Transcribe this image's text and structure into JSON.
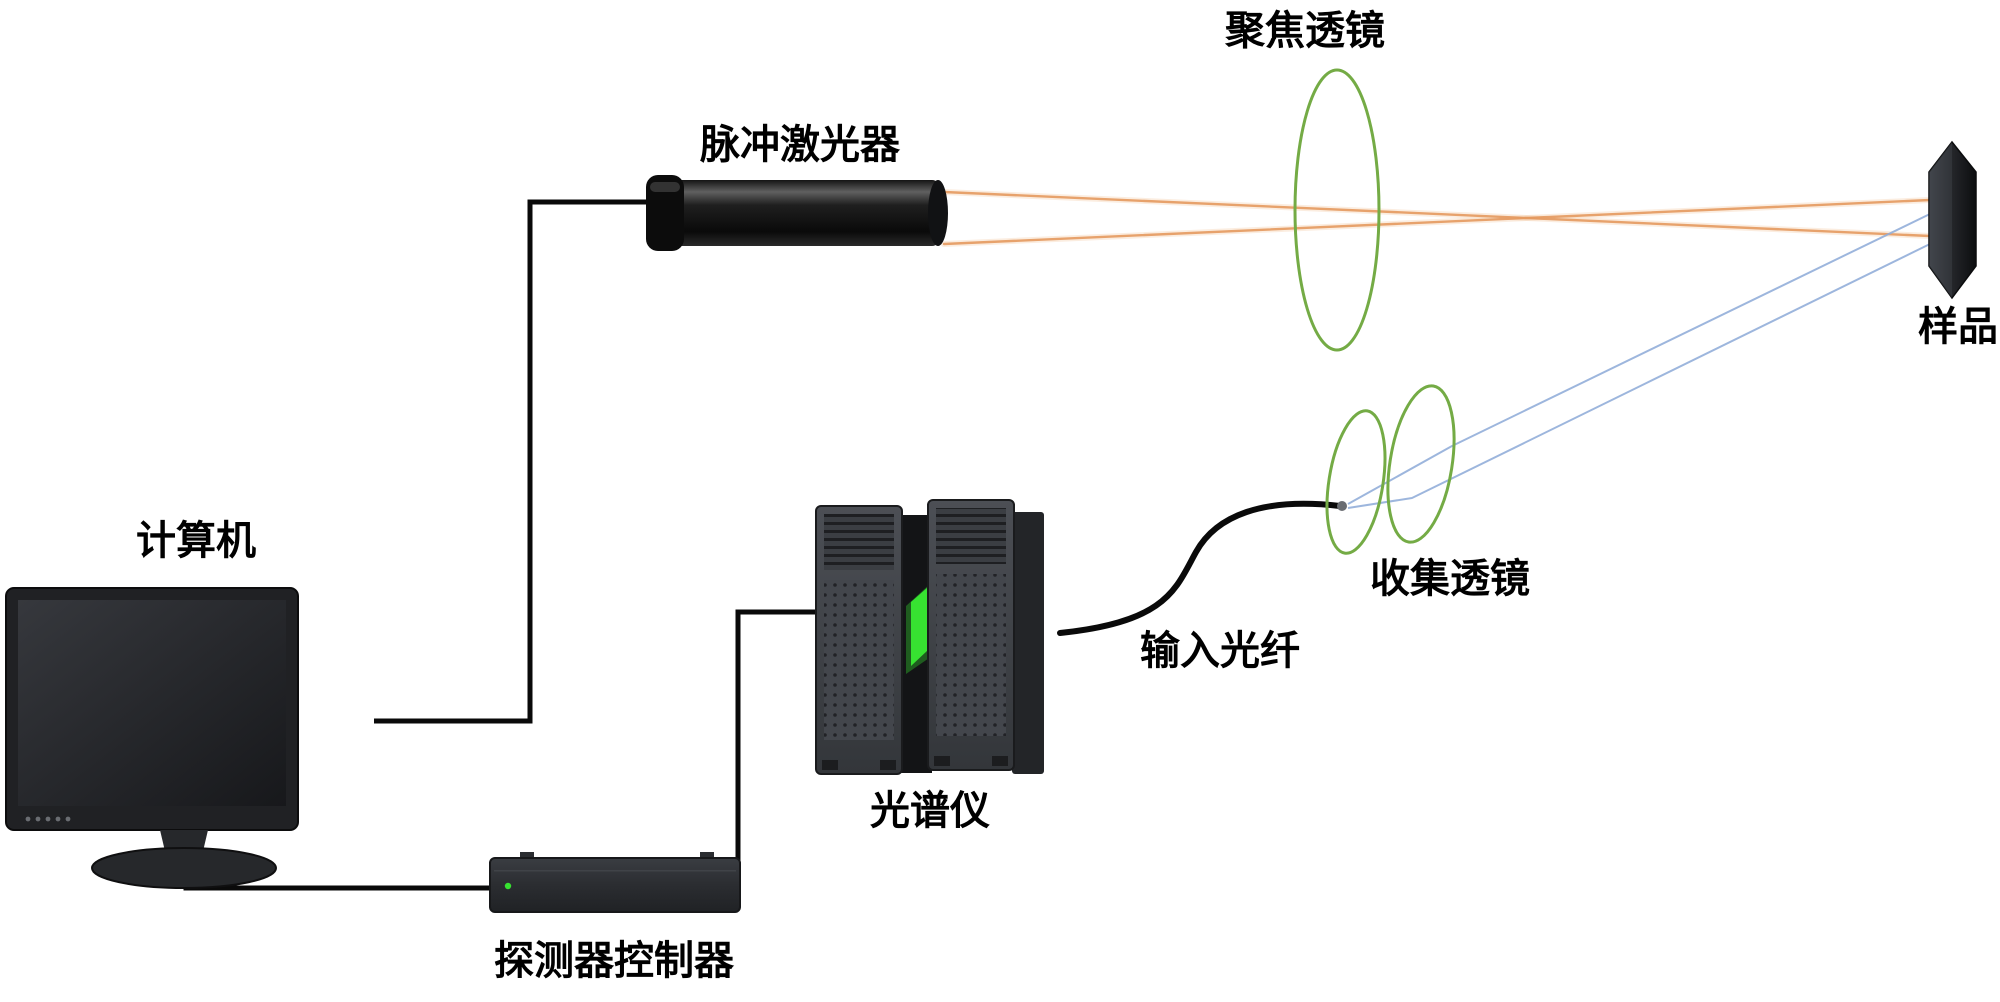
{
  "labels": {
    "focusing_lens": "聚焦透镜",
    "pulsed_laser": "脉冲激光器",
    "sample": "样品",
    "collection_lens": "收集透镜",
    "input_fiber": "输入光纤",
    "spectrometer": "光谱仪",
    "computer": "计算机",
    "detector_controller": "探测器控制器"
  },
  "colors": {
    "background": "#ffffff",
    "label_text": "#000000",
    "lens_green": "#74ab45",
    "beam_orange": "#e59a60",
    "beam_glow": "#f2c49a",
    "collection_blue": "#92aed9",
    "wire_black": "#0a0a0a",
    "device_dark": "#303338",
    "indicator_green": "#37e231"
  }
}
